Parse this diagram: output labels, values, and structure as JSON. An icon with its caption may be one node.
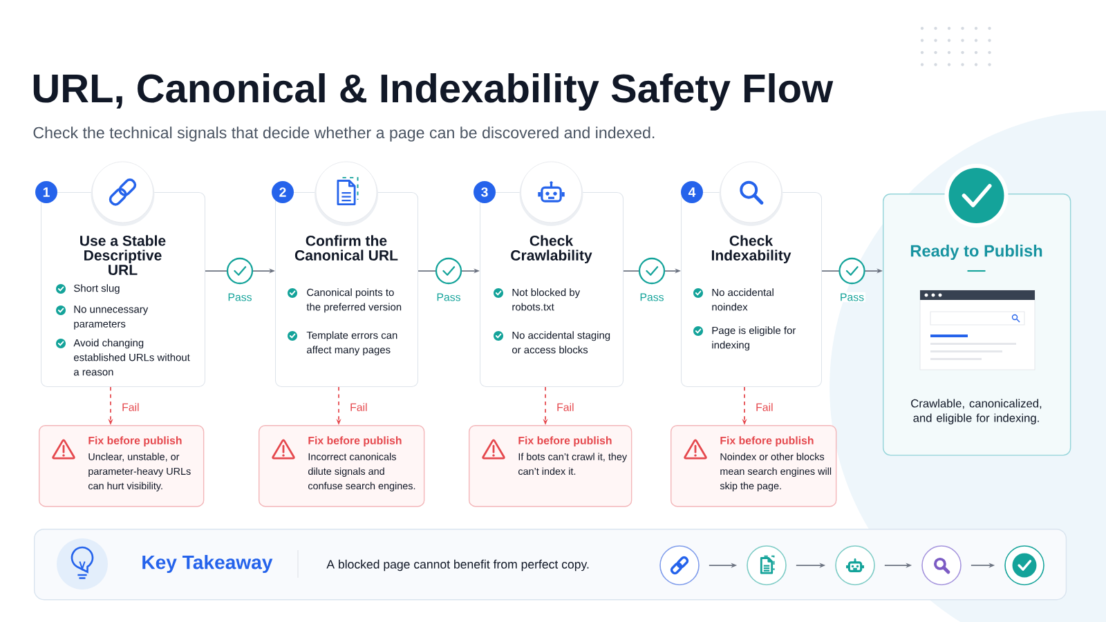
{
  "diagram": {
    "title": "URL, Canonical & Indexability Safety Flow",
    "nodes": [
      {
        "text": [
          "1"
        ]
      },
      {
        "text": [
          "Use a Stable Descriptive URL",
          "Short slug",
          "No unnecessary parameters",
          "Avoid changing established URLs without a reason"
        ]
      },
      {
        "text": [
          "Fix before publish",
          "Unclear, unstable, or parameter-heavy URLs can hurt visibility."
        ]
      },
      {
        "text": [
          "2"
        ]
      },
      {
        "text": [
          "Confirm the Canonical URL",
          "Canonical points to the preferred version",
          "Template errors can affect many pages"
        ]
      },
      {
        "text": [
          "Fix before publish",
          "Incorrect canonicals dilute signals and confuse search engines."
        ]
      },
      {
        "text": [
          "3"
        ]
      },
      {
        "text": [
          "Check Crawlability",
          "Not blocked by robots.txt",
          "No accidental staging or access blocks"
        ]
      },
      {
        "text": [
          "Fix before publish",
          "If bots can’t crawl it, they can’t index it."
        ]
      },
      {
        "text": [
          "4"
        ]
      },
      {
        "text": [
          "Check Indexability",
          "No accidental noindex",
          "Page is eligible for indexing"
        ]
      },
      {
        "text": [
          "Fix before publish",
          "Noindex or other blocks mean search engines will skip the page."
        ]
      },
      {
        "text": [
          "Ready to Publish",
          "Crawlable, canonicalized, and eligible for indexing."
        ]
      },
      {
        "text": [
          "Key Takeaway",
          "A blocked page cannot benefit from perfect copy."
        ]
      },
      {
        "text": [],
        "shape": "circle",
        "in": 13
      },
      {
        "text": [],
        "shape": "circle",
        "in": 13
      },
      {
        "text": [],
        "shape": "circle",
        "in": 13
      },
      {
        "text": [],
        "shape": "circle",
        "in": 13
      },
      {
        "text": [],
        "shape": "circle",
        "in": 13
      }
    ],
    "edges": [
      {
        "from": 1,
        "to": 4,
        "arrow": "to",
        "label": "Pass"
      },
      {
        "from": 4,
        "to": 7,
        "arrow": "to",
        "label": "Pass"
      },
      {
        "from": 7,
        "to": 10,
        "arrow": "to",
        "label": "Pass"
      },
      {
        "from": 10,
        "to": 12,
        "arrow": "to",
        "label": "Pass"
      },
      {
        "from": 1,
        "to": 2,
        "arrow": "to",
        "label": "Fail",
        "style": "dashed",
        "color": "#e5484d"
      },
      {
        "from": 4,
        "to": 5,
        "arrow": "to",
        "label": "Fail",
        "style": "dashed",
        "color": "#e5484d"
      },
      {
        "from": 7,
        "to": 8,
        "arrow": "to",
        "label": "Fail",
        "style": "dashed",
        "color": "#e5484d"
      },
      {
        "from": 10,
        "to": 11,
        "arrow": "to",
        "label": "Fail",
        "style": "dashed",
        "color": "#e5484d"
      },
      {
        "from": 14,
        "to": 15,
        "arrow": "to"
      },
      {
        "from": 15,
        "to": 16,
        "arrow": "to"
      },
      {
        "from": 16,
        "to": 17,
        "arrow": "to"
      },
      {
        "from": 17,
        "to": 18,
        "arrow": "to"
      }
    ],
    "labels": [
      "Check the technical signals that decide whether a page can be discovered and indexed."
    ]
  }
}
